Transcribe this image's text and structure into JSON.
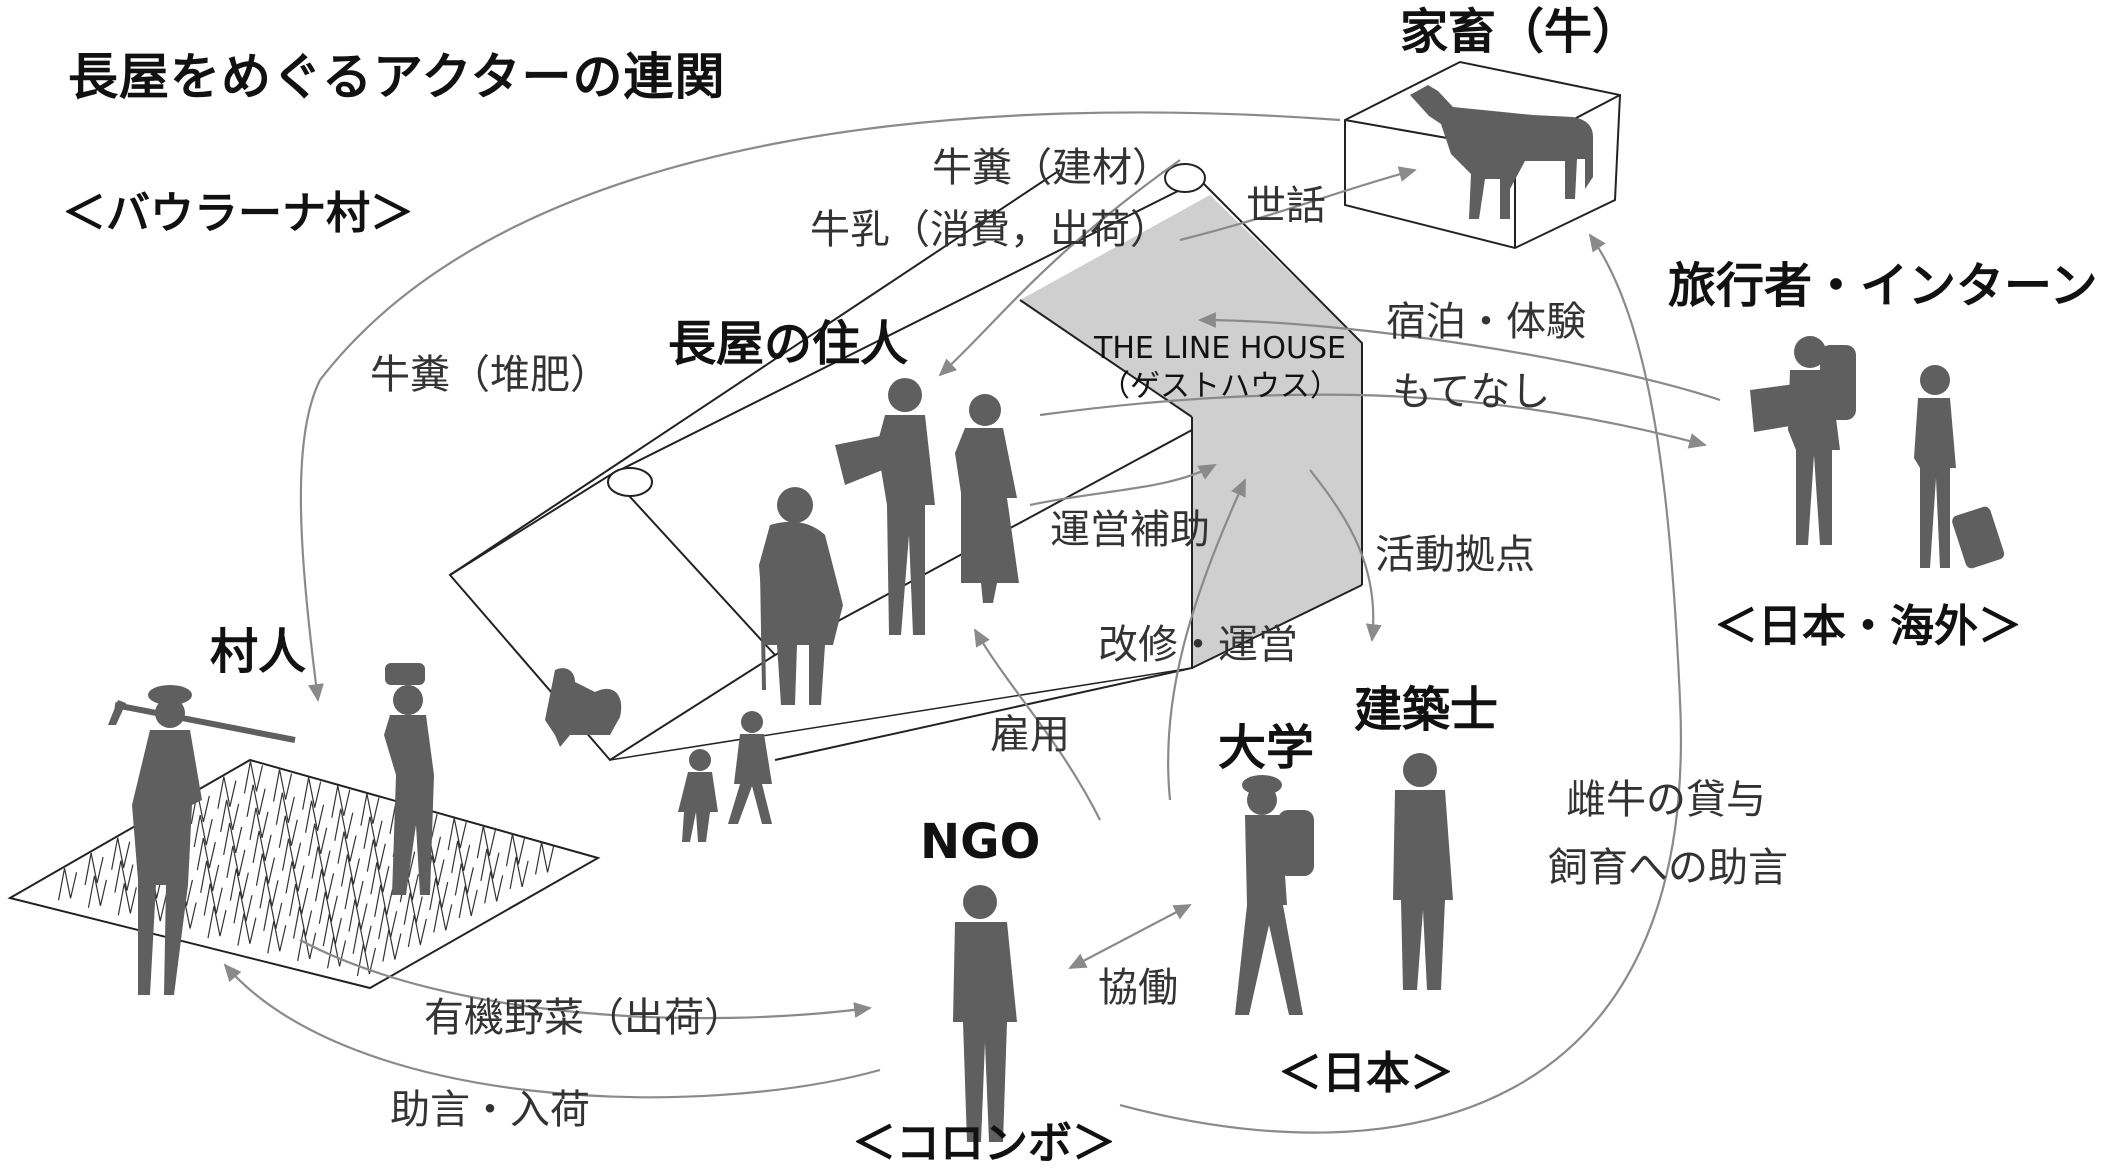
{
  "title": "長屋をめぐるアクターの連関",
  "regions": {
    "village": "＜バウラーナ村＞",
    "japan_overseas": "＜日本・海外＞",
    "japan": "＜日本＞",
    "colombo": "＜コロンボ＞"
  },
  "actors": {
    "livestock": "家畜（牛）",
    "residents": "長屋の住人",
    "villagers": "村人",
    "travelers": "旅行者・インターン",
    "ngo": "NGO",
    "university": "大学",
    "architect": "建築士"
  },
  "guesthouse": {
    "name": "THE LINE HOUSE",
    "sub": "（ゲストハウス）"
  },
  "relations": {
    "dung_building": "牛糞（建材）",
    "milk": "牛乳（消費，出荷）",
    "care": "世話",
    "dung_compost": "牛糞（堆肥）",
    "lodging": "宿泊・体験",
    "hospitality": "もてなし",
    "operation_support": "運営補助",
    "activity_base": "活動拠点",
    "renovation": "改修・運営",
    "employment": "雇用",
    "cow_lending": "雌牛の貸与",
    "breeding_advice": "飼育への助言",
    "collaboration": "協働",
    "organic_vegetables": "有機野菜（出荷）",
    "advice_stock": "助言・入荷"
  },
  "colors": {
    "silhouette": "#5f5f5f",
    "guesthouse_fill": "#cfcfcf",
    "arrow": "#8a8a8a",
    "outline": "#222222"
  }
}
